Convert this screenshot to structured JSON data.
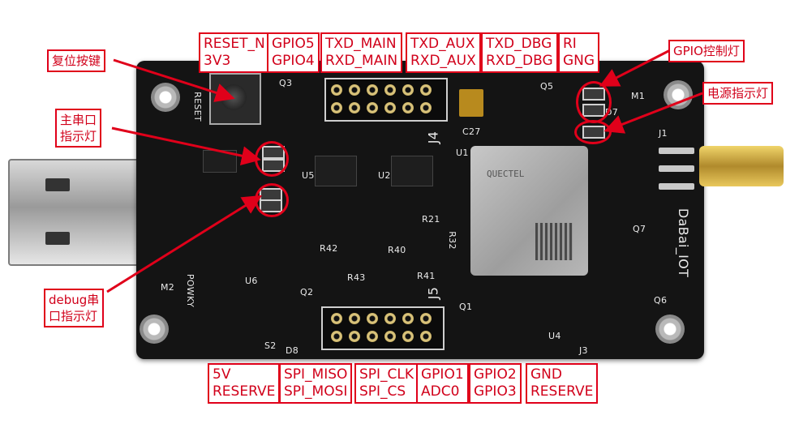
{
  "board": {
    "silkscreen": {
      "reset": "RESET",
      "powky": "POWKY",
      "j4": "J4",
      "j5": "J5",
      "j1": "J1",
      "j3": "J3",
      "brand": "DaBai_IOT",
      "c27": "C27",
      "d7": "D7",
      "u1": "U1",
      "u2": "U2",
      "u5": "U5",
      "u6": "U6",
      "r42": "R42",
      "r43": "R43",
      "r40": "R40",
      "r41": "R41",
      "r21": "R21",
      "r32": "R32",
      "q1": "Q1",
      "q2": "Q2",
      "q3": "Q3",
      "q5": "Q5",
      "q6": "Q6",
      "q7": "Q7",
      "m1": "M1",
      "m2": "M2",
      "s2": "S2",
      "d8": "D8",
      "u4": "U4"
    },
    "module_text": "QUECTEL"
  },
  "top_labels": [
    {
      "line1": "RESET_N",
      "line2": "3V3"
    },
    {
      "line1": "GPIO5",
      "line2": "GPIO4"
    },
    {
      "line1": "TXD_MAIN",
      "line2": "RXD_MAIN"
    },
    {
      "line1": "TXD_AUX",
      "line2": "RXD_AUX"
    },
    {
      "line1": "TXD_DBG",
      "line2": "RXD_DBG"
    },
    {
      "line1": "RI",
      "line2": "GNG"
    }
  ],
  "bottom_labels": [
    {
      "line1": "5V",
      "line2": "RESERVE"
    },
    {
      "line1": "SPI_MISO",
      "line2": "SPI_MOSI"
    },
    {
      "line1": "SPI_CLK",
      "line2": "SPI_CS"
    },
    {
      "line1": "GPIO1",
      "line2": "ADC0"
    },
    {
      "line1": "GPIO2",
      "line2": "GPIO3"
    },
    {
      "line1": "GND",
      "line2": "RESERVE"
    }
  ],
  "callouts": {
    "reset_button": "复位按键",
    "main_uart_led_1": "主串口",
    "main_uart_led_2": "指示灯",
    "debug_led_1": "debug串",
    "debug_led_2": "口指示灯",
    "gpio_led": "GPIO控制灯",
    "power_led": "电源指示灯"
  },
  "colors": {
    "callout_red": "#e0001a",
    "pcb": "#141414"
  }
}
